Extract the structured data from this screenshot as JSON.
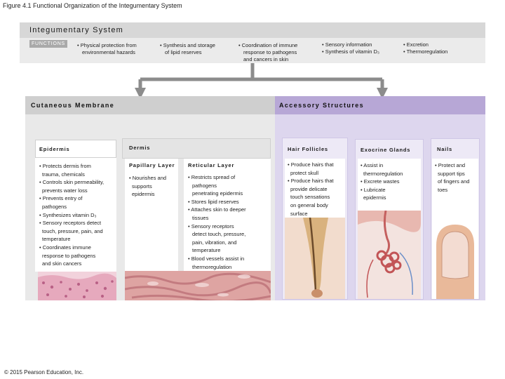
{
  "figure_title": "Figure 4.1 Functional Organization of the Integumentary System",
  "copyright": "© 2015 Pearson Education, Inc.",
  "system": {
    "title": "Integumentary System",
    "functions_label": "FUNCTIONS",
    "functions": [
      [
        "• Physical protection from",
        "environmental hazards"
      ],
      [
        "• Synthesis and storage",
        "of lipid reserves"
      ],
      [
        "• Coordination of immune",
        "response to pathogens",
        "and cancers in skin"
      ],
      [
        "• Sensory information",
        "• Synthesis of vitamin D₃"
      ],
      [
        "• Excretion",
        "• Thermoregulation"
      ]
    ]
  },
  "cutaneous": {
    "title": "Cutaneous Membrane",
    "epidermis": {
      "title": "Epidermis",
      "items": [
        "• Protects dermis from",
        "trauma, chemicals",
        "• Controls skin permeability,",
        "prevents water loss",
        "• Prevents entry of",
        "pathogens",
        "• Synthesizes vitamin D₃",
        "• Sensory receptors detect",
        "touch, pressure, pain, and",
        "temperature",
        "• Coordinates immune",
        "response to pathogens",
        "and skin cancers"
      ]
    },
    "dermis": {
      "title": "Dermis",
      "papillary": {
        "title": "Papillary Layer",
        "items": [
          "• Nourishes and",
          "supports",
          "epidermis"
        ]
      },
      "reticular": {
        "title": "Reticular Layer",
        "items": [
          "• Restricts spread of",
          "pathogens",
          "penetrating epidermis",
          "• Stores lipid reserves",
          "• Attaches skin to deeper",
          "tissues",
          "• Sensory receptors",
          "detect touch, pressure,",
          "pain, vibration, and",
          "temperature",
          "• Blood vessels assist in",
          "thermoregulation"
        ]
      }
    }
  },
  "accessory": {
    "title": "Accessory Structures",
    "hair": {
      "title": "Hair Follicles",
      "items": [
        "• Produce hairs that",
        "protect skull",
        "• Produce hairs that",
        "provide delicate",
        "touch sensations",
        "on general body",
        "surface"
      ]
    },
    "glands": {
      "title": "Exocrine Glands",
      "items": [
        "• Assist in",
        "thermoregulation",
        "• Excrete wastes",
        "• Lubricate",
        "epidermis"
      ]
    },
    "nails": {
      "title": "Nails",
      "items": [
        "• Protect and",
        "support tips",
        "of fingers and",
        "toes"
      ]
    }
  },
  "colors": {
    "arrow": "#8c8c8c",
    "accessory_band": "#b7a7d6",
    "accessory_panel": "#ddd6ee",
    "cutaneous_band": "#cfcfcf"
  }
}
